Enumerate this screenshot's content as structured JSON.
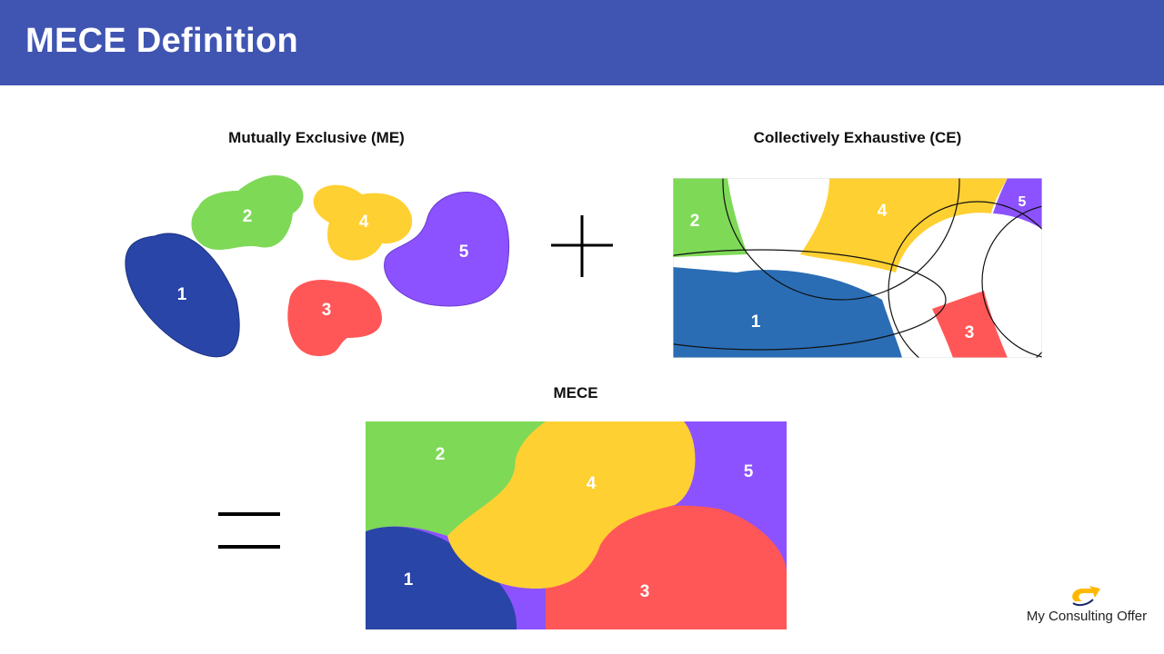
{
  "header": {
    "title": "MECE Definition"
  },
  "sections": {
    "me_title": "Mutually Exclusive (ME)",
    "ce_title": "Collectively Exhaustive (CE)",
    "mece_title": "MECE"
  },
  "parts": {
    "p1": {
      "label": "1",
      "color": "#2a45a8"
    },
    "p2": {
      "label": "2",
      "color": "#7ed957"
    },
    "p3": {
      "label": "3",
      "color": "#ff5757"
    },
    "p4": {
      "label": "4",
      "color": "#ffd032"
    },
    "p5": {
      "label": "5",
      "color": "#8c52ff"
    }
  },
  "ce_region_1_color": "#2a6db5",
  "operators": {
    "plus": "plus-sign",
    "equals": "equals-sign"
  },
  "brand": {
    "name": "My Consulting Offer",
    "logo_icon": "arrow-swoosh-icon",
    "logo_color": "#ffb800"
  }
}
